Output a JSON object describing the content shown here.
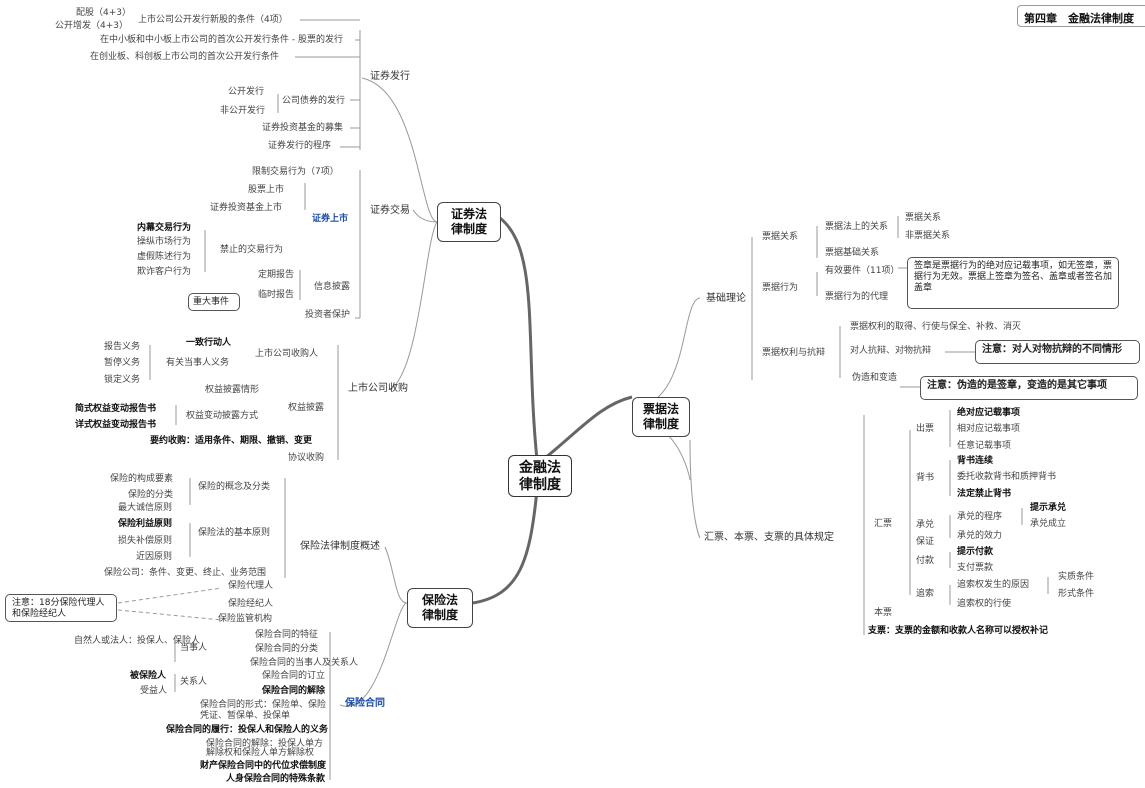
{
  "title": "第四章　金融法律制度",
  "center": [
    "金融法",
    "律制度"
  ],
  "branches": {
    "securities": [
      "证券法",
      "律制度"
    ],
    "bills": [
      "票据法",
      "律制度"
    ],
    "insurance": [
      "保险法",
      "律制度"
    ]
  },
  "securities": {
    "issue": "证券发行",
    "issue_items": {
      "peigu": "配股（4+3）",
      "zengfa": "公开增发（4+3）",
      "new_shares": "上市公司公开发行新股的条件（4项）",
      "zxb": "在中小板和中小板上市公司的首次公开发行条件 - 股票的发行",
      "cyb": "在创业板、科创板上市公司的首次公开发行条件",
      "public": "公开发行",
      "nonpublic": "非公开发行",
      "bond": "公司债券的发行",
      "fund": "证券投资基金的募集",
      "procedure": "证券发行的程序"
    },
    "trade": "证券交易",
    "trade_items": {
      "restrict": "限制交易行为（7项）",
      "listing_label": "证券上市",
      "stock_listing": "股票上市",
      "fund_listing": "证券投资基金上市",
      "insider": "内幕交易行为",
      "manipulate": "操纵市场行为",
      "false_statement": "虚假陈述行为",
      "fraud": "欺诈客户行为",
      "prohibited": "禁止的交易行为",
      "periodic": "定期报告",
      "temporary": "临时报告",
      "disclosure": "信息披露",
      "major_event": "重大事件",
      "investor": "投资者保护"
    },
    "acquisition": "上市公司收购",
    "acq_items": {
      "report_duty": "报告义务",
      "suspend_duty": "暂停义务",
      "lock_duty": "锁定义务",
      "concert": "一致行动人",
      "related_duty": "有关当事人义务",
      "acq_person": "上市公司收购人",
      "equity_case": "权益披露情形",
      "simple_report": "简式权益变动报告书",
      "detail_report": "详式权益变动报告书",
      "change_method": "权益变动披露方式",
      "equity_disclosure": "权益披露",
      "tender": "要约收购：适用条件、期限、撤销、变更",
      "agreement": "协议收购"
    }
  },
  "insurance": {
    "overview": "保险法律制度概述",
    "concept_items": {
      "elements": "保险的构成要素",
      "classify": "保险的分类",
      "good_faith": "最大诚信原则",
      "concept": "保险的概念及分类",
      "interest": "保险利益原则",
      "indemnity": "损失补偿原则",
      "principles": "保险法的基本原则",
      "proximate": "近因原则",
      "company": "保险公司：条件、变更、终止、业务范围"
    },
    "agent": "保险代理人",
    "broker": "保险经纪人",
    "supervision": "保险监管机构",
    "note": "注意：18分保险代理人和保险经纪人",
    "contract": "保险合同",
    "contract_items": {
      "persons": "自然人或法人：投保人、保险人",
      "party": "当事人",
      "features": "保险合同的特征",
      "types": "保险合同的分类",
      "parties_relatives": "保险合同的当事人及关系人",
      "insured": "被保险人",
      "beneficiary": "受益人",
      "relative": "关系人",
      "conclude": "保险合同的订立",
      "effect": "保险合同的解除",
      "form": "保险合同的形式：保险单、保险凭证、暂保单、投保单",
      "performance": "保险合同的履行：投保人和保险人的义务",
      "rescind1": "保险合同的解除：投保人单方",
      "rescind2": "解除权和保险人单方解除权",
      "subrogation": "财产保险合同中的代位求偿制度",
      "life": "人身保险合同的特殊条款"
    }
  },
  "bills": {
    "theory": "基础理论",
    "theory_items": {
      "relation": "票据关系",
      "legal_relation": "票据法上的关系",
      "bill_rel": "票据关系",
      "non_bill_rel": "非票据关系",
      "basic_rel": "票据基础关系",
      "act": "票据行为",
      "valid": "有效要件（11项）",
      "note_valid": "签章是票据行为的绝对应记载事项，如无签章，票据行为无效。票据上签章为签名、盖章或者签名加盖章",
      "agency": "票据行为的代理",
      "rights": "票据权利与抗辩",
      "acquire": "票据权利的取得、行使与保全、补救、消灭",
      "defense": "对人抗辩、对物抗辩",
      "note_defense": "注意：对人对物抗辩的不同情形",
      "forge": "伪造和变造",
      "note_forge": "注意：伪造的是签章，变造的是其它事项"
    },
    "specific": "汇票、本票、支票的具体规定",
    "draft": "汇票",
    "draft_items": {
      "issue": "出票",
      "absolute": "绝对应记载事项",
      "relative": "相对应记载事项",
      "optional": "任意记载事项",
      "endorse": "背书",
      "continuous": "背书连续",
      "entrust": "委托收款背书和质押背书",
      "forbid": "法定禁止背书",
      "accept": "承兑",
      "accept_proc": "承兑的程序",
      "present": "提示承兑",
      "accept_done": "承兑成立",
      "accept_effect": "承兑的效力",
      "guarantee": "保证",
      "present_pay": "提示付款",
      "pay": "付款",
      "pay_do": "支付票款",
      "recourse": "追索",
      "recourse_reason": "追索权发生的原因",
      "substantive": "实质条件",
      "formal": "形式条件",
      "recourse_exercise": "追索权的行使"
    },
    "promissory": "本票",
    "cheque": "支票：支票的金额和收款人名称可以授权补记"
  }
}
